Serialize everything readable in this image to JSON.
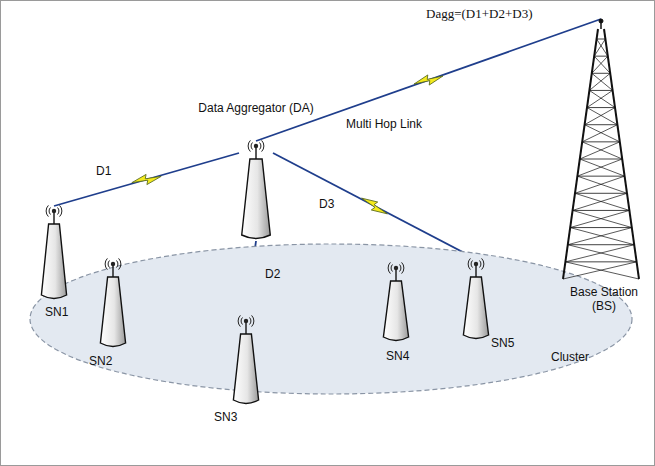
{
  "diagram": {
    "nodes": [
      {
        "text": [
          "Cluster"
        ]
      },
      {
        "text": [
          "SN1"
        ],
        "in": 0
      },
      {
        "text": [
          "SN2"
        ],
        "in": 0
      },
      {
        "text": [
          "SN3"
        ],
        "in": 0
      },
      {
        "text": [
          "SN4"
        ],
        "in": 0
      },
      {
        "text": [
          "SN5"
        ],
        "in": 0
      },
      {
        "text": [
          "Data Aggregator (DA)"
        ]
      },
      {
        "text": [
          "Base Station (BS)"
        ]
      }
    ],
    "edges": [
      {
        "from": 1,
        "to": 6,
        "arrow": "none",
        "label": "D1"
      },
      {
        "from": 3,
        "to": 6,
        "arrow": "none",
        "label": "D2"
      },
      {
        "from": 5,
        "to": 6,
        "arrow": "none",
        "label": "D3"
      },
      {
        "from": 6,
        "to": 7,
        "arrow": "none",
        "label": "Dagg=(D1+D2+D3)"
      }
    ],
    "labels": [
      "Multi Hop Link"
    ]
  }
}
